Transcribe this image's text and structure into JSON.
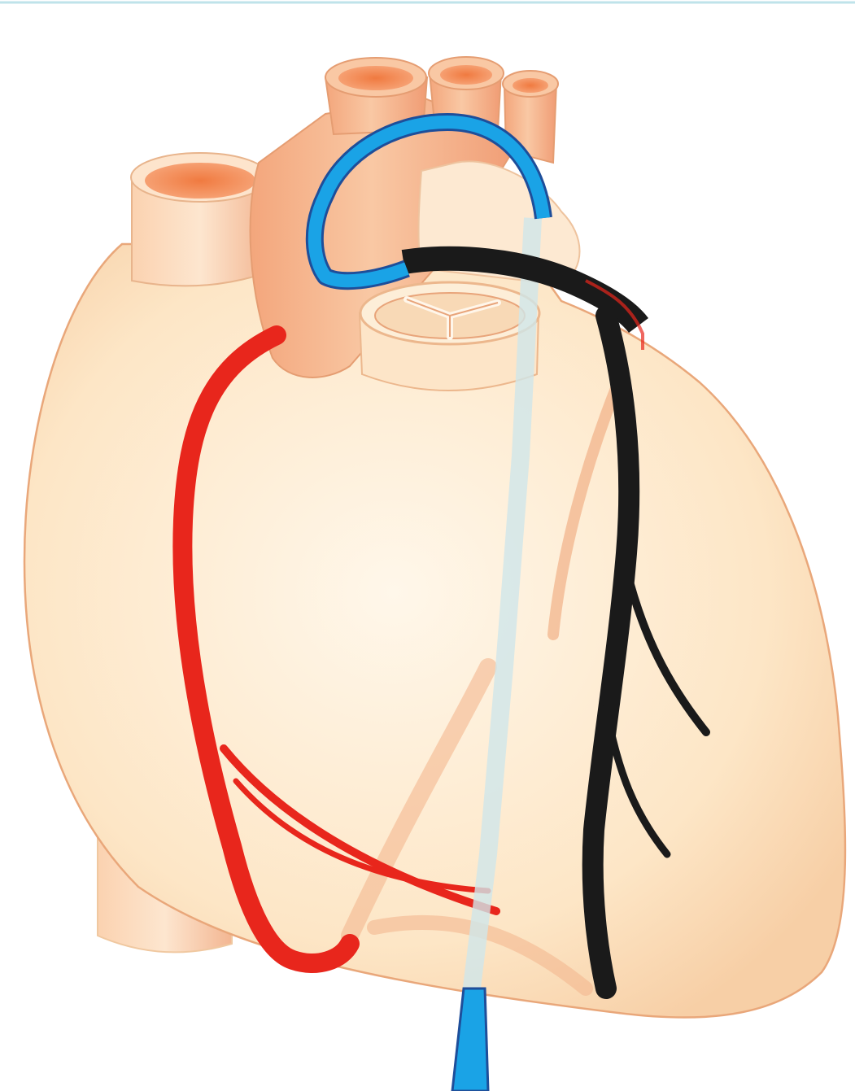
{
  "diagram": {
    "labels": [],
    "colors": {
      "background": "#ffffff",
      "heart_fill": "#fde8c8",
      "heart_outline": "#e49a6a",
      "vessel_fill": "#f6b48a",
      "vessel_lumen": "#f08a55",
      "right_coronary_artery": "#e8261c",
      "left_coronary_artery": "#1a1a1a",
      "catheter": "#1aa3e6",
      "catheter_outline": "#1e4e9a",
      "catheter_shaft_in_heart": "#cfe6ea"
    },
    "structures": [
      "heart",
      "aorta",
      "pulmonary-artery",
      "superior-vena-cava",
      "inferior-vena-cava",
      "right-coronary-artery",
      "left-coronary-artery",
      "catheter"
    ]
  }
}
